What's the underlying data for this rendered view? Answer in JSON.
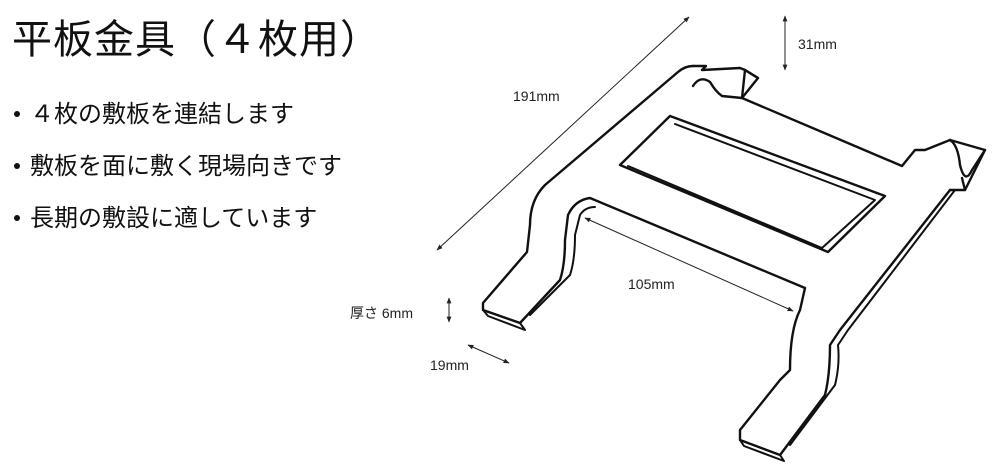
{
  "title": "平板金具（４枚用）",
  "bullets": [
    "４枚の敷板を連結します",
    "敷板を面に敷く現場向きです",
    "長期の敷設に適しています"
  ],
  "dimensions": {
    "length": "191mm",
    "height": "31mm",
    "inner_span": "105mm",
    "thickness": "厚さ 6mm",
    "width": "19mm"
  },
  "colors": {
    "line": "#111111",
    "background": "#ffffff"
  }
}
